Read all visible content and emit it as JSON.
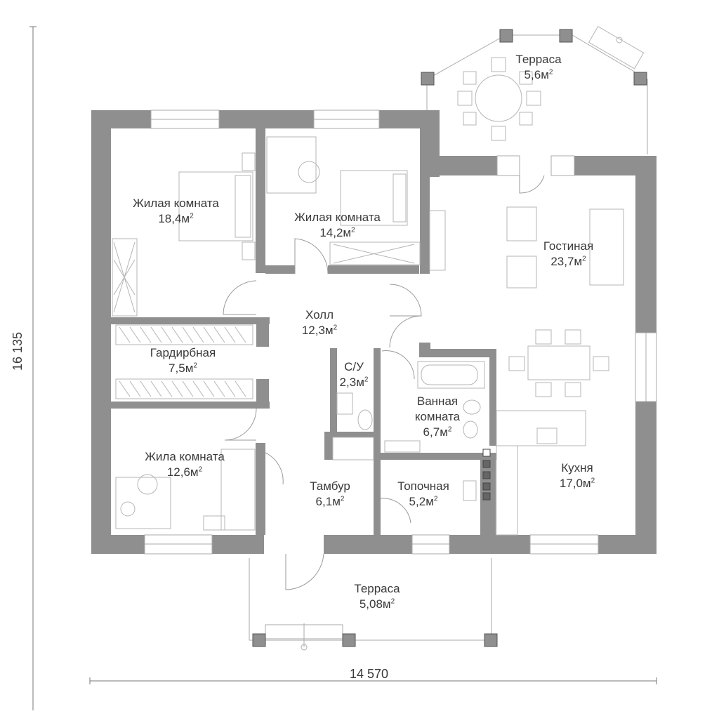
{
  "dimensions": {
    "width": "14 570",
    "height": "16 135"
  },
  "area_unit": "м",
  "area_exponent": "2",
  "rooms": {
    "terrace_top": {
      "name": "Терраса",
      "area": "5,6"
    },
    "living_room_1": {
      "name": "Жилая комната",
      "area": "18,4"
    },
    "living_room_2": {
      "name": "Жилая комната",
      "area": "14,2"
    },
    "lounge": {
      "name": "Гостиная",
      "area": "23,7"
    },
    "hall": {
      "name": "Холл",
      "area": "12,3"
    },
    "wardrobe": {
      "name": "Гардирбная",
      "area": "7,5"
    },
    "wc": {
      "name": "С/У",
      "area": "2,3"
    },
    "bathroom": {
      "name": "Ванная комната",
      "area": "6,7"
    },
    "living_room_3": {
      "name": "Жила комната",
      "area": "12,6"
    },
    "vestibule": {
      "name": "Тамбур",
      "area": "6,1"
    },
    "boiler_room": {
      "name": "Топочная",
      "area": "5,2"
    },
    "kitchen": {
      "name": "Кухня",
      "area": "17,0"
    },
    "terrace_bottom": {
      "name": "Терраса",
      "area": "5,08"
    }
  },
  "colors": {
    "wall": "#8f8f8f",
    "line": "#9a9a9a",
    "furniture": "#b5b5b5",
    "text": "#3a3a3a"
  }
}
